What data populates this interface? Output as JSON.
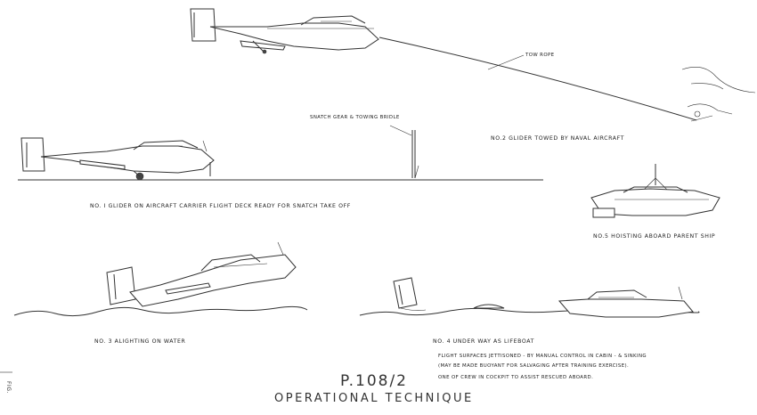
{
  "labels": {
    "tow_rope": "TOW ROPE",
    "snatch_gear": "SNATCH GEAR & TOWING BRIDLE",
    "no2": "NO.2  GLIDER  TOWED BY NAVAL AIRCRAFT",
    "no1": "NO. I   GLIDER  ON AIRCRAFT CARRIER  FLIGHT DECK READY FOR SNATCH  TAKE OFF",
    "no5": "NO.5  HOISTING ABOARD PARENT SHIP",
    "no3": "NO. 3   ALIGHTING  ON  WATER",
    "no4": "NO. 4   UNDER  WAY  AS  LIFEBOAT",
    "note1": "FLIGHT  SURFACES JETTISONED  -  BY  MANUAL  CONTROL  IN  CABIN  -  &  SINKING",
    "note2": "(MAY  BE MADE BUOYANT FOR SALVAGING AFTER TRAINING EXERCISE).",
    "note3": "ONE OF CREW IN COCKPIT  TO ASSIST RESCUED ABOARD.",
    "fig": "FIG.",
    "title": "P.108/2",
    "subtitle": "OPERATIONAL    TECHNIQUE"
  }
}
